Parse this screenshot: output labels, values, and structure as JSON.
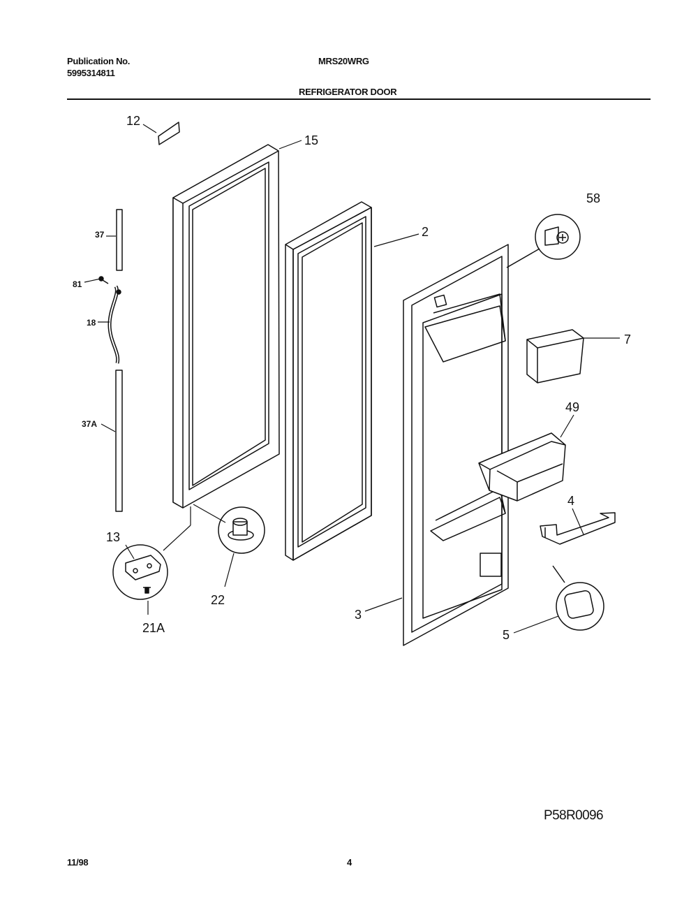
{
  "header": {
    "publication_label": "Publication No.",
    "publication_number": "5995314811",
    "model": "MRS20WRG",
    "section_title": "REFRIGERATOR DOOR"
  },
  "callouts": {
    "p12": "12",
    "p15": "15",
    "p58": "58",
    "p37": "37",
    "p2": "2",
    "p81": "81",
    "p18": "18",
    "p7": "7",
    "p49": "49",
    "p37a": "37A",
    "p4": "4",
    "p13": "13",
    "p22": "22",
    "p21a": "21A",
    "p3": "3",
    "p5": "5"
  },
  "footer": {
    "drawing_code": "P58R0096",
    "date": "11/98",
    "page_number": "4"
  }
}
